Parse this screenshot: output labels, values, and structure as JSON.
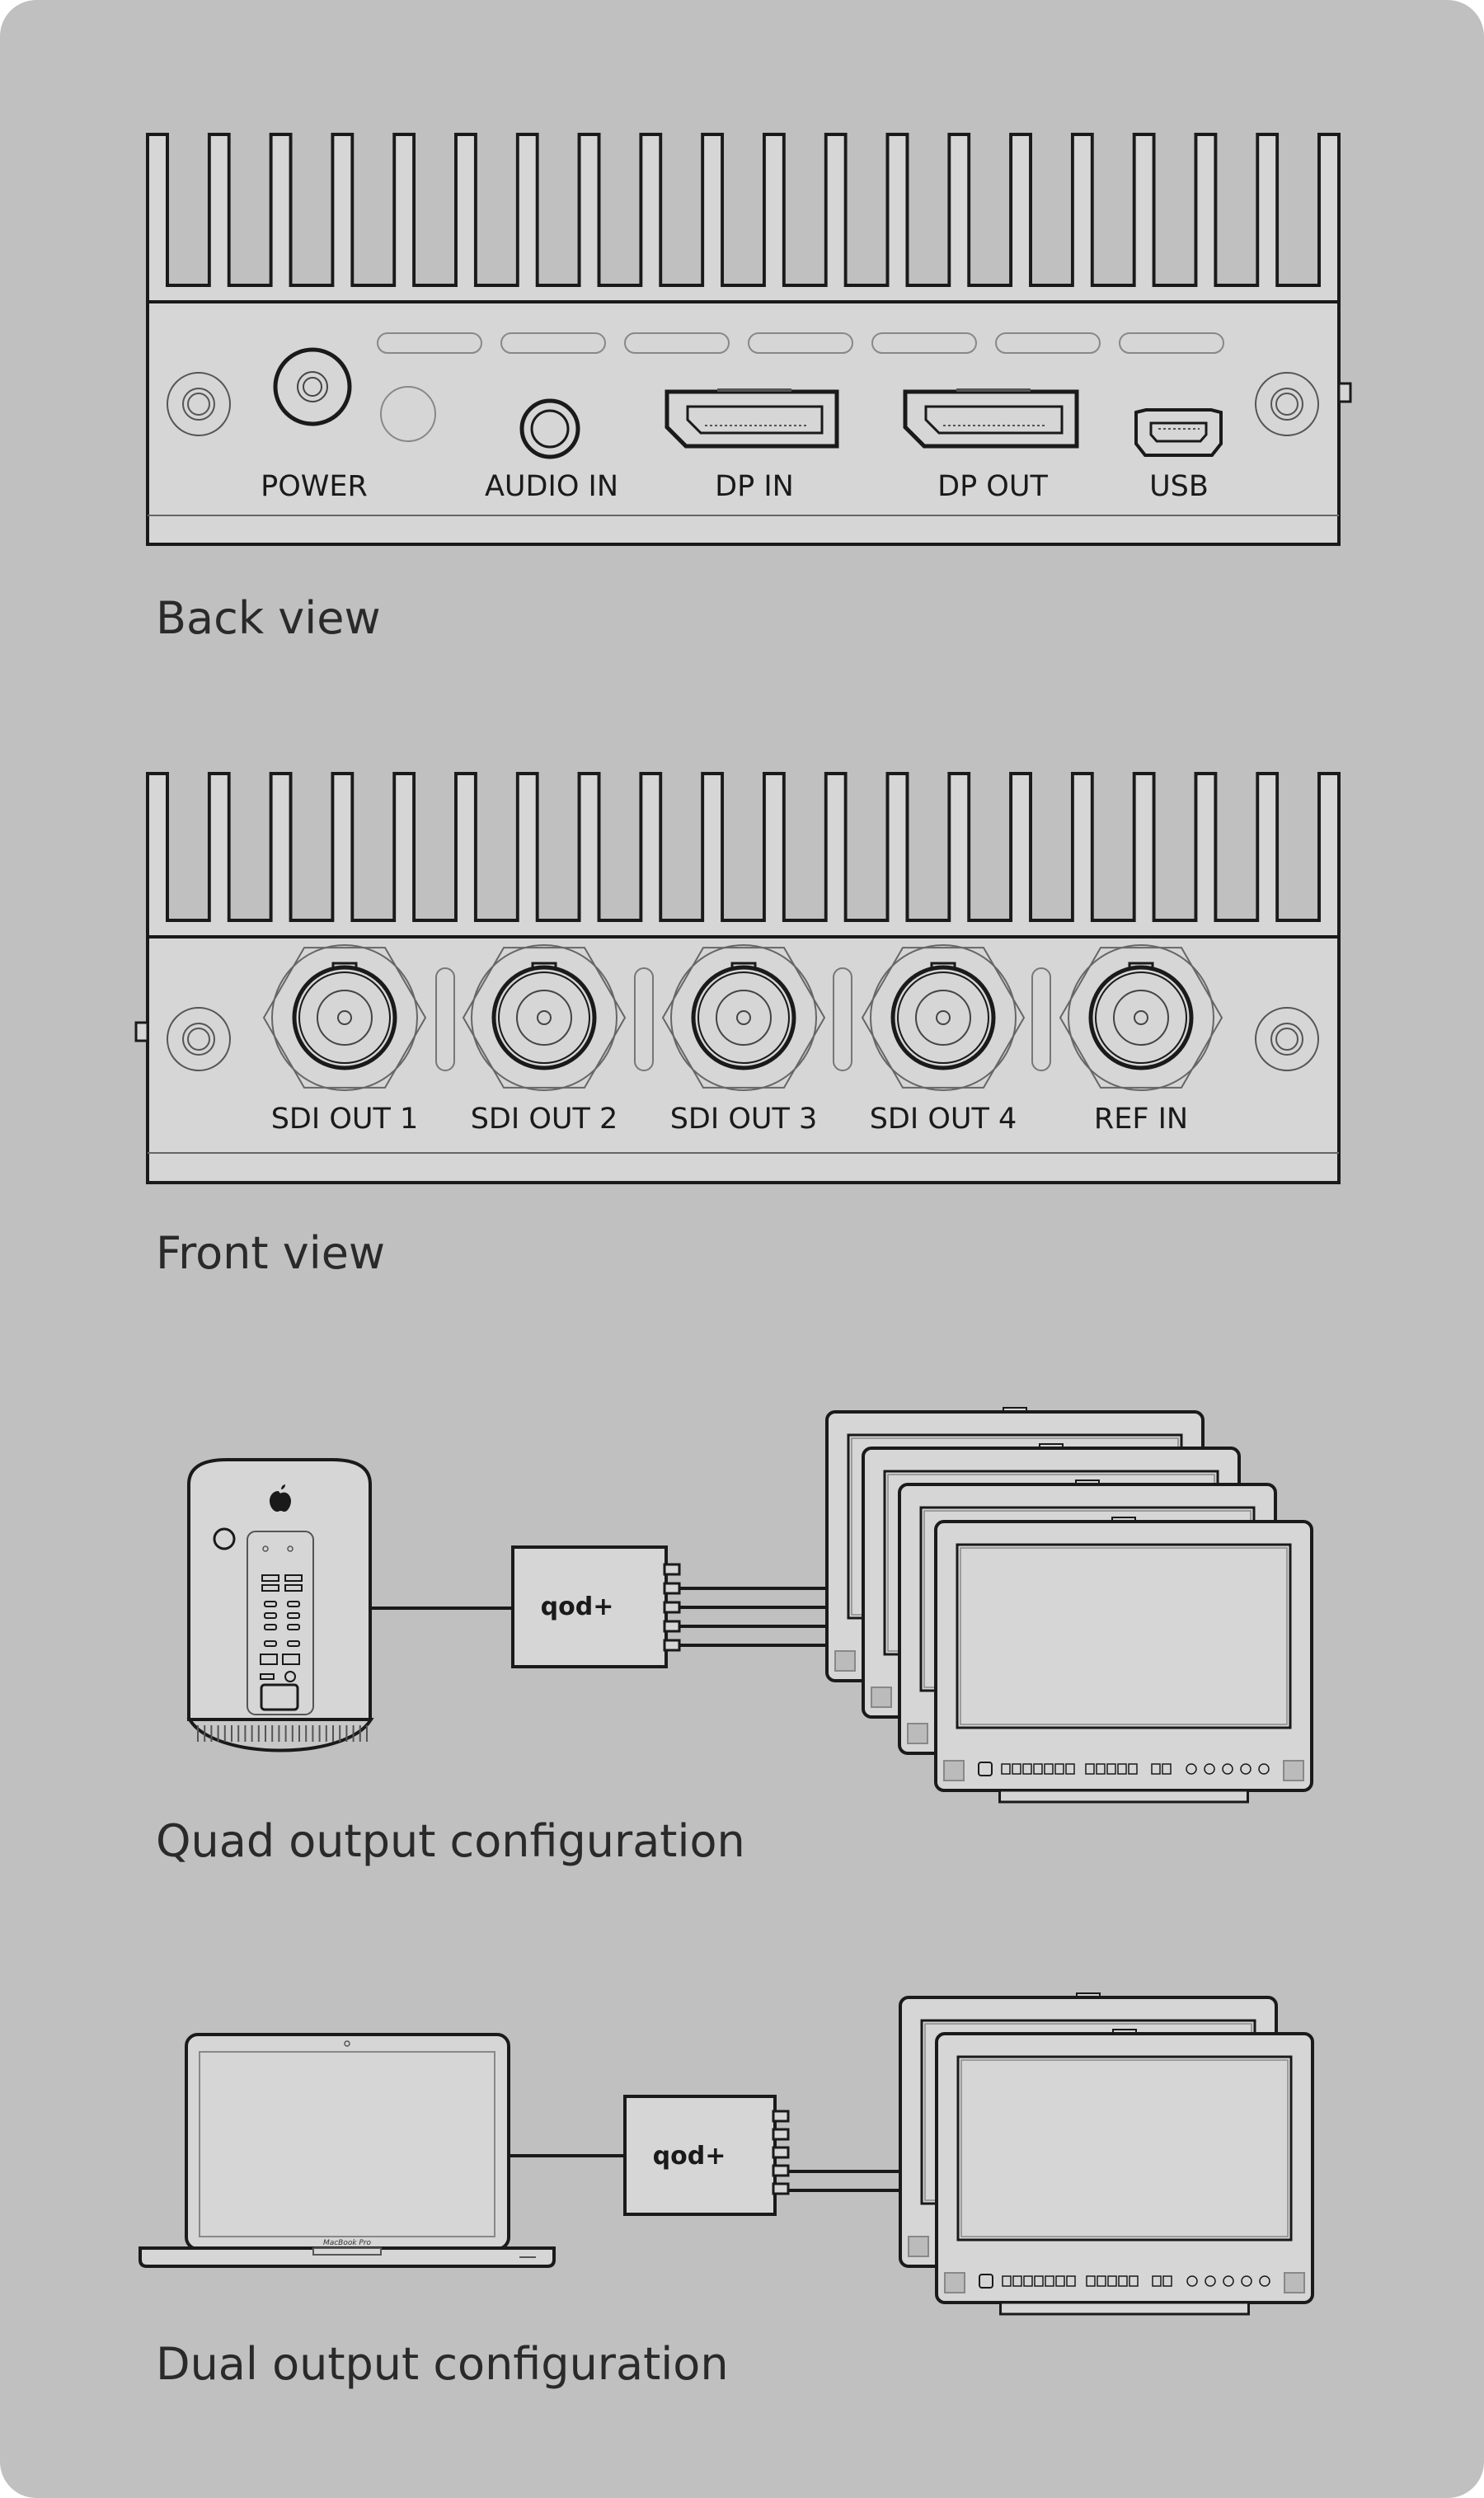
{
  "back_view": {
    "caption": "Back view",
    "ports": [
      "POWER",
      "AUDIO IN",
      "DP IN",
      "DP OUT",
      "USB"
    ]
  },
  "front_view": {
    "caption": "Front view",
    "ports": [
      "SDI OUT 1",
      "SDI OUT 2",
      "SDI OUT 3",
      "SDI OUT 4",
      "REF IN"
    ]
  },
  "quad_config": {
    "caption": "Quad output configuration",
    "device_logo": "qod+"
  },
  "dual_config": {
    "caption": "Dual output configuration",
    "device_logo": "qod+",
    "laptop_label": "MacBook Pro"
  },
  "colors": {
    "background": "#c0c0c0",
    "device_fill": "#d6d6d6",
    "stroke": "#1a1a1a"
  }
}
